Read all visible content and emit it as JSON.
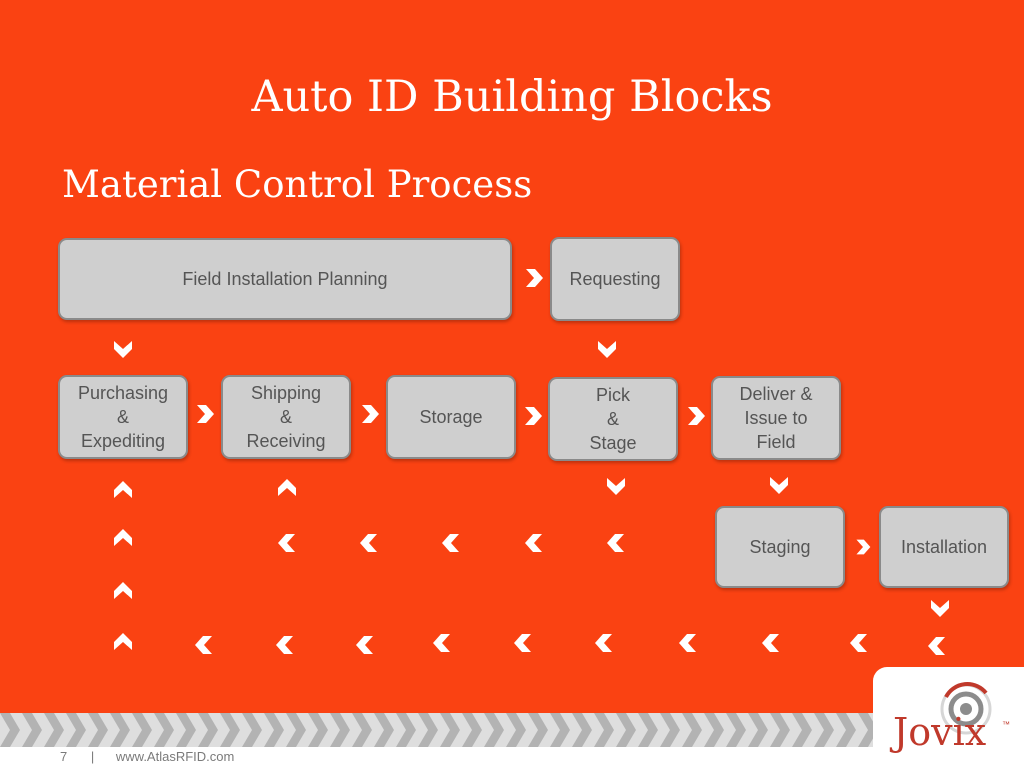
{
  "slide": {
    "title": "Auto ID Building Blocks",
    "subtitle": "Material Control Process"
  },
  "diagram": {
    "nodes": {
      "field_installation_planning": "Field Installation Planning",
      "requesting": "Requesting",
      "purchasing_expediting": "Purchasing\n&\nExpediting",
      "shipping_receiving": "Shipping\n&\nReceiving",
      "storage": "Storage",
      "pick_stage": "Pick\n&\nStage",
      "deliver_issue": "Deliver &\nIssue to\nField",
      "staging": "Staging",
      "installation": "Installation"
    }
  },
  "footer": {
    "page_number": "7",
    "separator": "|",
    "url": "www.AtlasRFID.com"
  },
  "logo": {
    "text": "Jovix",
    "trademark": "™"
  },
  "colors": {
    "background": "#fa4212",
    "node_fill": "#cfcfcf",
    "node_border": "#8a8a8a",
    "node_text": "#555555",
    "logo_red": "#c0392b"
  }
}
